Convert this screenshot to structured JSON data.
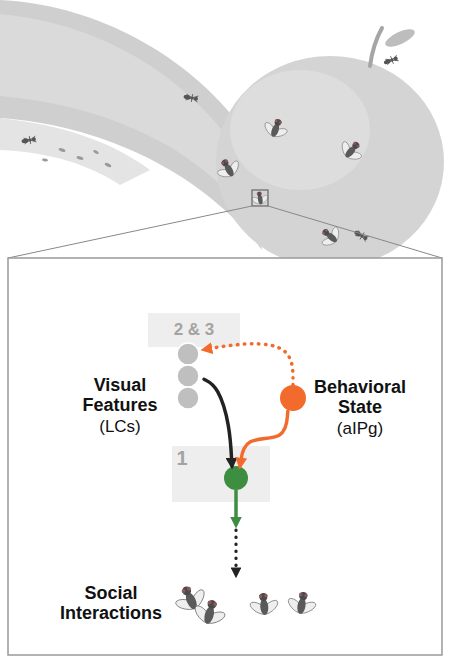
{
  "diagram": {
    "nodes": [
      {
        "text": [
          "Visual Features",
          "(LCs)"
        ]
      },
      {
        "text": [
          "Behavioral State",
          "(aIPg)"
        ]
      },
      {
        "text": [
          "1"
        ]
      },
      {
        "text": [
          "Social Interactions"
        ]
      }
    ],
    "edges": [
      {
        "from": 0,
        "to": 2,
        "arrow": "to"
      },
      {
        "from": 1,
        "to": 2,
        "arrow": "to"
      },
      {
        "from": 2,
        "to": 3,
        "arrow": "to"
      },
      {
        "from": 1,
        "to": 0,
        "arrow": "to"
      }
    ],
    "labels": [
      "2 & 3"
    ]
  }
}
